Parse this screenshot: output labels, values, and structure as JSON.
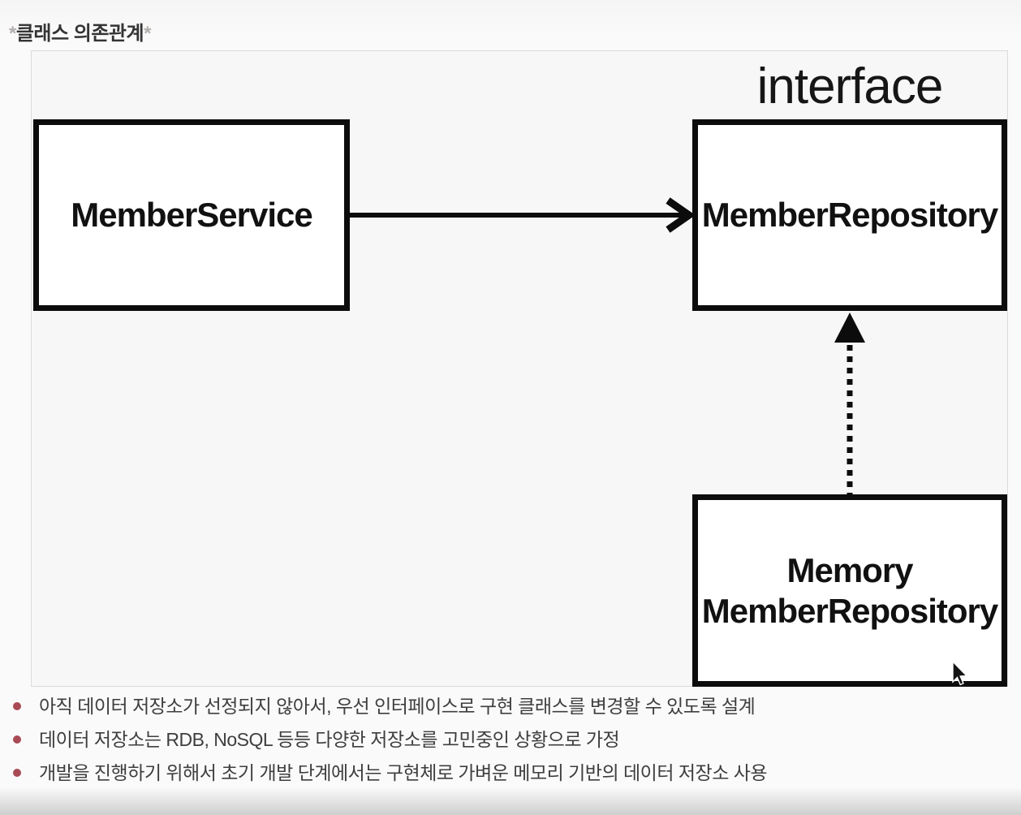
{
  "header": {
    "title_prefix": "*",
    "title": "클래스 의존관계",
    "title_suffix": "*"
  },
  "diagram": {
    "interface_label": "interface",
    "member_service": {
      "label": "MemberService"
    },
    "member_repository": {
      "label": "MemberRepository"
    },
    "memory_member_repository": {
      "label_line1": "Memory",
      "label_line2": "MemberRepository"
    },
    "edges": [
      {
        "from": "MemberService",
        "to": "MemberRepository",
        "style": "solid-arrow"
      },
      {
        "from": "MemoryMemberRepository",
        "to": "MemberRepository",
        "style": "dotted-arrow"
      }
    ]
  },
  "bullets": [
    "아직 데이터 저장소가 선정되지 않아서, 우선 인터페이스로 구현 클래스를 변경할 수 있도록 설계",
    "데이터 저장소는 RDB, NoSQL 등등 다양한 저장소를 고민중인 상황으로 가정",
    "개발을 진행하기 위해서 초기 개발 단계에서는 구현체로 가벼운 메모리 기반의 데이터 저장소 사용"
  ],
  "colors": {
    "bullet_marker": "#a84b55",
    "box_border": "#0c0c0c",
    "diagram_bg": "#f8f7f7",
    "page_bg": "#fbfafa"
  }
}
